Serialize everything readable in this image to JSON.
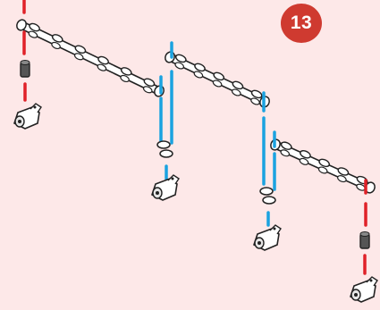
{
  "step": {
    "number": "13"
  },
  "colors": {
    "background": "#fde8e8",
    "badge": "#cf3a30",
    "badge_text": "#ffffff",
    "red_rod": "#e02128",
    "blue_rod": "#1aa2e0",
    "part_outline": "#222222",
    "part_fill": "#ffffff",
    "connector_fill": "#555555"
  },
  "diagram": {
    "description_parts": [
      "beam-with-pegs",
      "red-support-rod",
      "blue-support-rod",
      "rod-connector",
      "base-clamp"
    ]
  }
}
